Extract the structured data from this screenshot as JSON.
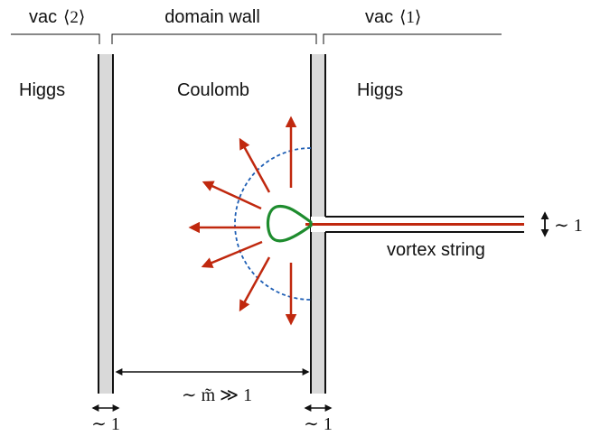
{
  "labels": {
    "vac_left_text": "vac",
    "vac_left_ket": "⟨2⟩",
    "domain_wall": "domain wall",
    "vac_right_text": "vac",
    "vac_right_ket": "⟨1⟩",
    "higgs_left": "Higgs",
    "coulomb": "Coulomb",
    "higgs_right": "Higgs",
    "string_width": "∼ 1",
    "vortex_string": "vortex string",
    "wall_separation": "∼ m̃ ≫ 1",
    "wall_width_left": "∼ 1",
    "wall_width_right": "∼ 1"
  },
  "colors": {
    "wall_fill": "#d9d9d9",
    "arrow": "#c0280e",
    "flux_tube": "#c0280e",
    "monopole": "#1e8c2e",
    "field_line": "#1f5fb5",
    "line": "#111111"
  }
}
